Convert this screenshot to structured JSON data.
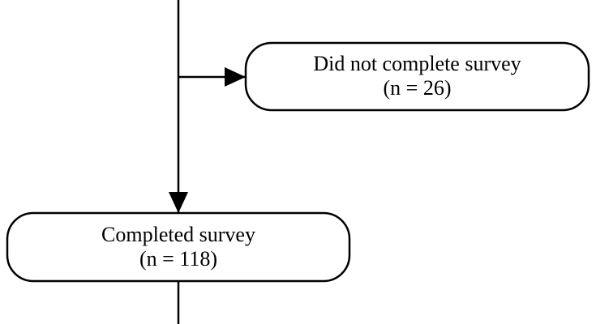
{
  "diagram": {
    "nodes": {
      "did_not_complete": {
        "line1": "Did not complete survey",
        "line2": "(n = 26)"
      },
      "completed": {
        "line1": "Completed survey",
        "line2": "(n = 118)"
      }
    },
    "edges": [
      {
        "from": "above",
        "to": "did_not_complete",
        "type": "branch-arrow"
      },
      {
        "from": "above",
        "to": "completed",
        "type": "arrow"
      },
      {
        "from": "completed",
        "to": "below",
        "type": "line"
      }
    ],
    "colors": {
      "stroke": "#000000",
      "fill": "#ffffff",
      "text": "#000000"
    }
  }
}
